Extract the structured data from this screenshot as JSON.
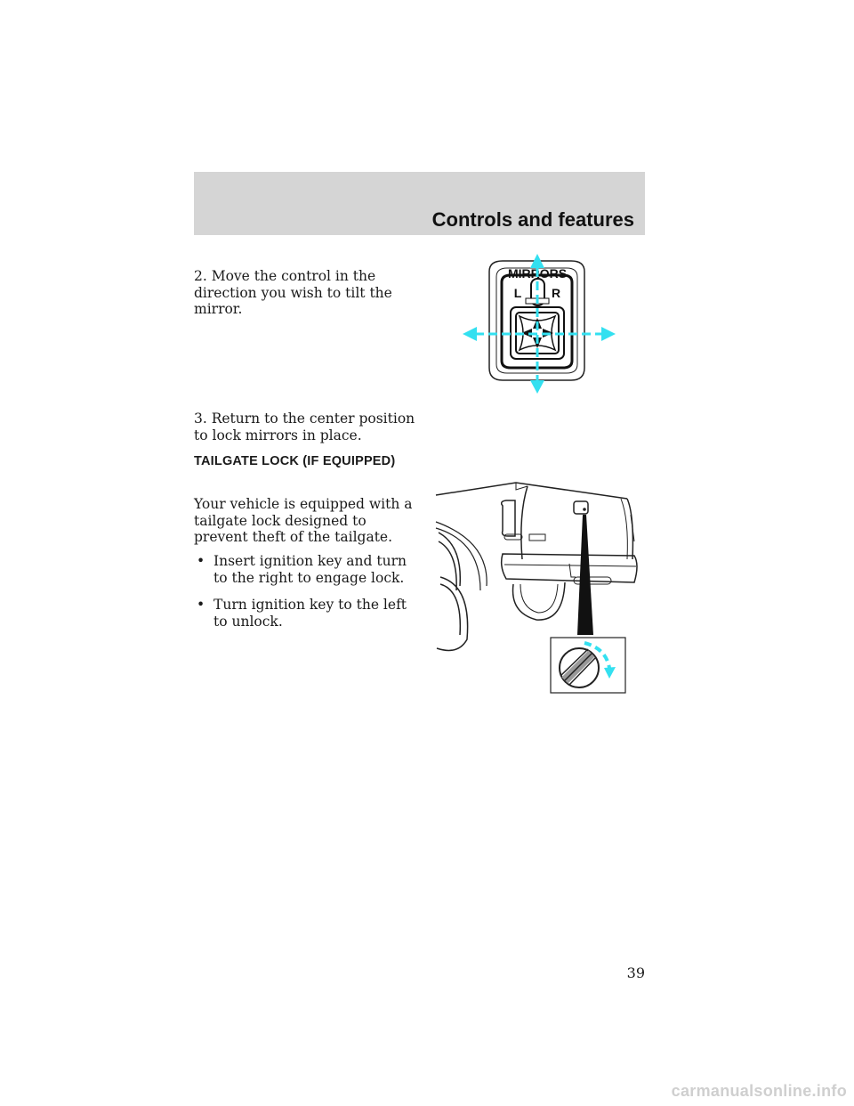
{
  "header": {
    "title": "Controls and features"
  },
  "mirror_section": {
    "step2": "2. Move the control in the direction you wish to tilt the mirror.",
    "step3": "3. Return to the center position to lock mirrors in place."
  },
  "mirror_figure": {
    "label": "MIRRORS",
    "left": "L",
    "right": "R"
  },
  "tailgate_section": {
    "heading": "TAILGATE LOCK (IF EQUIPPED)",
    "intro": "Your vehicle is equipped with a tailgate lock designed to prevent theft of the tailgate.",
    "bullets": [
      "Insert ignition key and turn to the right to engage lock.",
      "Turn ignition key to the left to unlock."
    ],
    "bullet_symbol": "•"
  },
  "page_number": "39",
  "watermark": "carmanualsonline.info",
  "colors": {
    "header_bg": "#d5d5d5",
    "arrow": "#33e0f0"
  }
}
